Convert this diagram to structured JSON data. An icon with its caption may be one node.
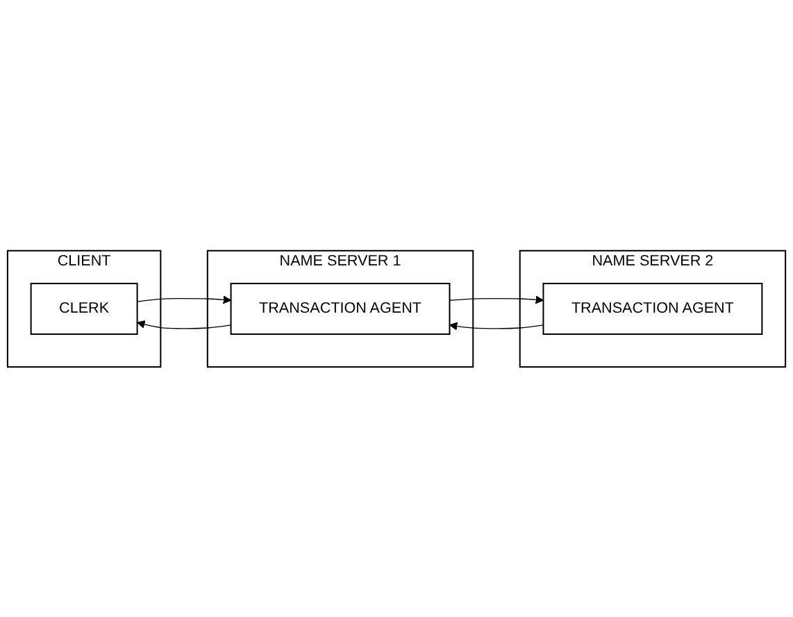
{
  "diagram": {
    "nodes": [
      {
        "text": [
          "CLIENT"
        ]
      },
      {
        "text": [
          "CLERK"
        ],
        "in": 0
      },
      {
        "text": [
          "NAME SERVER 1"
        ]
      },
      {
        "text": [
          "TRANSACTION AGENT"
        ],
        "in": 2
      },
      {
        "text": [
          "NAME SERVER 2"
        ]
      },
      {
        "text": [
          "TRANSACTION AGENT"
        ],
        "in": 4
      }
    ],
    "edges": [
      {
        "from": 3,
        "to": 1,
        "arrow": "to"
      },
      {
        "from": 1,
        "to": 3,
        "arrow": "to"
      },
      {
        "from": 5,
        "to": 3,
        "arrow": "to"
      },
      {
        "from": 3,
        "to": 5,
        "arrow": "to"
      }
    ]
  }
}
